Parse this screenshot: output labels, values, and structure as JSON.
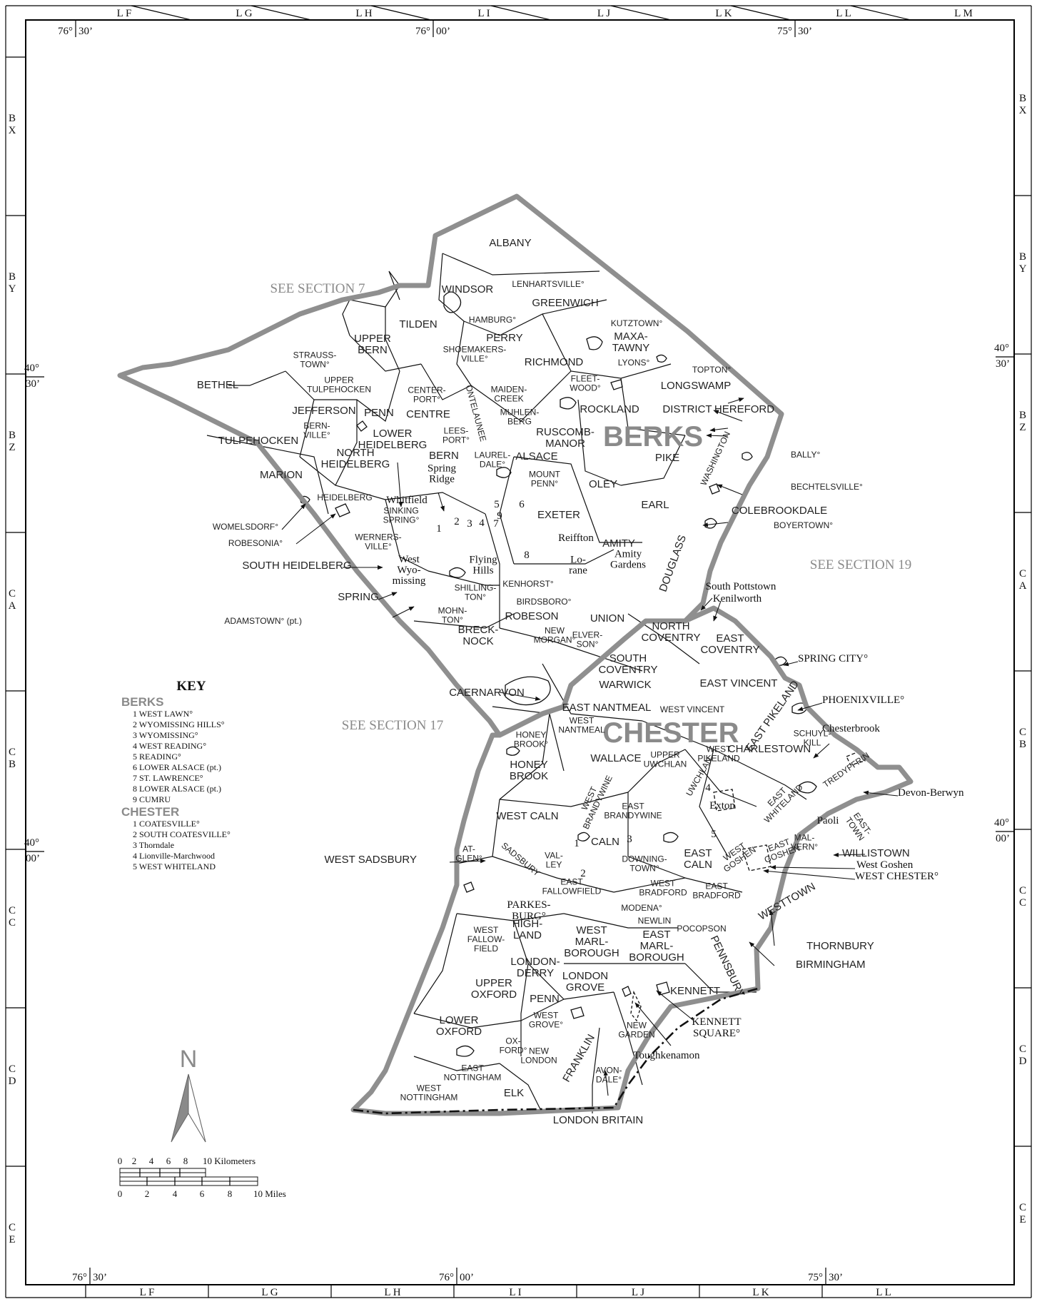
{
  "map": {
    "grid_top_columns": [
      "L F",
      "L G",
      "L H",
      "L I",
      "L J",
      "L K",
      "L L",
      "L M"
    ],
    "grid_bottom_columns": [
      "L F",
      "L G",
      "L H",
      "L I",
      "L J",
      "L K",
      "L L"
    ],
    "grid_left_rows": [
      "B X",
      "B Y",
      "B Z",
      "C A",
      "C B",
      "C C",
      "C D",
      "C E"
    ],
    "grid_right_rows": [
      "B X",
      "B Y",
      "B Z",
      "C A",
      "C B",
      "C C",
      "C D",
      "C E"
    ],
    "coords": {
      "top_76_30": [
        "76°",
        "30’"
      ],
      "top_76_00": [
        "76°",
        "00’"
      ],
      "top_75_30": [
        "75°",
        "30’"
      ],
      "bottom_76_30": [
        "76°",
        "30’"
      ],
      "bottom_76_00": [
        "76°",
        "00’"
      ],
      "bottom_75_30": [
        "75°",
        "30’"
      ],
      "lat_40_30": [
        "40°",
        "30’"
      ],
      "lat_40_00": [
        "40°",
        "00’"
      ]
    },
    "sections": {
      "s7": "SEE SECTION 7",
      "s17": "SEE SECTION 17",
      "s19": "SEE SECTION 19"
    },
    "counties": {
      "berks": "BERKS",
      "chester": "CHESTER"
    },
    "berks_townships": [
      [
        "ALBANY"
      ],
      [
        "WINDSOR"
      ],
      [
        "GREENWICH"
      ],
      [
        "TILDEN"
      ],
      [
        "UPPER",
        "BERN"
      ],
      [
        "BETHEL"
      ],
      [
        "TULPEHOCKEN"
      ],
      [
        "MARION"
      ],
      [
        "JEFFERSON"
      ],
      [
        "PENN"
      ],
      [
        "CENTRE"
      ],
      [
        "PERRY"
      ],
      [
        "RICHMOND"
      ],
      [
        "MAXA-",
        "TAWNY"
      ],
      [
        "LONGSWAMP"
      ],
      [
        "ROCKLAND"
      ],
      [
        "DISTRICT"
      ],
      [
        "HEREFORD"
      ],
      [
        "PIKE"
      ],
      [
        "OLEY"
      ],
      [
        "EARL"
      ],
      [
        "DOUGLASS"
      ],
      [
        "AMITY"
      ],
      [
        "UNION"
      ],
      [
        "ROBESON"
      ],
      [
        "BRECK-",
        "NOCK"
      ],
      [
        "EXETER"
      ],
      [
        "ALSACE"
      ],
      [
        "RUSCOMB-",
        "MANOR"
      ],
      [
        "MUHLEN-",
        "BERG"
      ],
      [
        "MAIDEN-",
        "CREEK"
      ],
      [
        "ONTELAUNEE"
      ],
      [
        "BERN"
      ],
      [
        "NORTH",
        "HEIDELBERG"
      ],
      [
        "LOWER",
        "HEIDELBERG"
      ],
      [
        "UPPER",
        "TULPEHOCKEN"
      ],
      [
        "HEIDELBERG"
      ],
      [
        "WASHINGTON"
      ],
      [
        "CAERNARVON"
      ],
      [
        "SPRING"
      ],
      [
        "SOUTH HEIDELBERG"
      ],
      [
        "COLEBROOKDALE"
      ]
    ],
    "berks_boroughs": [
      [
        "LENHARTSVILLE°"
      ],
      [
        "HAMBURG°"
      ],
      [
        "SHOEMAKERS-",
        "VILLE°"
      ],
      [
        "KUTZTOWN°"
      ],
      [
        "LYONS°"
      ],
      [
        "TOPTON°"
      ],
      [
        "FLEET-",
        "WOOD°"
      ],
      [
        "CENTER-",
        "PORT°"
      ],
      [
        "STRAUSS-",
        "TOWN°"
      ],
      [
        "BERN-",
        "VILLE°"
      ],
      [
        "LEES-",
        "PORT°"
      ],
      [
        "LAUREL-",
        "DALE°"
      ],
      [
        "MOUNT",
        "PENN°"
      ],
      [
        "BALLY°"
      ],
      [
        "BECHTELSVILLE°"
      ],
      [
        "BOYERTOWN°"
      ],
      [
        "WOMELSDORF°"
      ],
      [
        "ROBESONIA°"
      ],
      [
        "WERNERS-",
        "VILLE°"
      ],
      [
        "SINKING",
        "SPRING°"
      ],
      [
        "SHILLING-",
        "TON°"
      ],
      [
        "MOHN-",
        "TON°"
      ],
      [
        "KENHORST°"
      ],
      [
        "BIRDSBORO°"
      ],
      [
        "NEW",
        "MORGAN°"
      ],
      [
        "ELVER-",
        "SON°"
      ],
      [
        "ADAMSTOWN° (pt.)"
      ]
    ],
    "berks_places": [
      [
        "Spring",
        "Ridge"
      ],
      [
        "Whitfield"
      ],
      [
        "Reiffton"
      ],
      [
        "Lo-",
        "rane"
      ],
      [
        "Flying",
        "Hills"
      ],
      [
        "West",
        "Wyo-",
        "missing"
      ],
      [
        "Amity",
        "Gardens"
      ]
    ],
    "chester_townships": [
      [
        "NORTH",
        "COVENTRY"
      ],
      [
        "EAST",
        "COVENTRY"
      ],
      [
        "SOUTH",
        "COVENTRY"
      ],
      [
        "WARWICK"
      ],
      [
        "EAST VINCENT"
      ],
      [
        "EAST NANTMEAL"
      ],
      [
        "WEST VINCENT"
      ],
      [
        "EAST PIKELAND"
      ],
      [
        "SCHUYL-",
        "KILL"
      ],
      [
        "WEST",
        "NANTMEAL"
      ],
      [
        "HONEY",
        "BROOK"
      ],
      [
        "WALLACE"
      ],
      [
        "UPPER",
        "UWCHLAN"
      ],
      [
        "WEST",
        "PIKELAND"
      ],
      [
        "CHARLESTOWN"
      ],
      [
        "TREDYFFRIN"
      ],
      [
        "EAST-",
        "TOWN"
      ],
      [
        "WEST",
        "BRANDYWINE"
      ],
      [
        "EAST",
        "BRANDYWINE"
      ],
      [
        "UWCHLAN"
      ],
      [
        "EAST",
        "WHITELAND"
      ],
      [
        "WEST CALN"
      ],
      [
        "SADSBURY"
      ],
      [
        "VAL-",
        "LEY"
      ],
      [
        "CALN"
      ],
      [
        "EAST",
        "CALN"
      ],
      [
        "WEST",
        "GOSHEN"
      ],
      [
        "EAST",
        "GOSHEN"
      ],
      [
        "EAST",
        "FALLOWFIELD"
      ],
      [
        "WEST",
        "BRADFORD"
      ],
      [
        "EAST",
        "BRADFORD"
      ],
      [
        "WESTTOWN"
      ],
      [
        "HIGH-",
        "LAND"
      ],
      [
        "NEWLIN"
      ],
      [
        "POCOPSON"
      ],
      [
        "WEST",
        "FALLOW-",
        "FIELD"
      ],
      [
        "WEST",
        "MARL-",
        "BOROUGH"
      ],
      [
        "EAST",
        "MARL-",
        "BOROUGH"
      ],
      [
        "PENNSBURY"
      ],
      [
        "LONDON-",
        "DERRY"
      ],
      [
        "UPPER",
        "OXFORD"
      ],
      [
        "LONDON",
        "GROVE"
      ],
      [
        "PENN"
      ],
      [
        "KENNETT"
      ],
      [
        "LOWER",
        "OXFORD"
      ],
      [
        "NEW",
        "GARDEN"
      ],
      [
        "NEW",
        "LONDON"
      ],
      [
        "FRANKLIN"
      ],
      [
        "EAST",
        "NOTTINGHAM"
      ],
      [
        "WEST",
        "NOTTINGHAM"
      ],
      [
        "ELK"
      ],
      [
        "WEST SADSBURY"
      ],
      [
        "WILLISTOWN"
      ],
      [
        "THORNBURY"
      ],
      [
        "BIRMINGHAM"
      ],
      [
        "LONDON BRITAIN"
      ]
    ],
    "chester_boroughs": [
      [
        "SPRING CITY°"
      ],
      [
        "PHOENIXVILLE°"
      ],
      [
        "HONEY",
        "BROOK°"
      ],
      [
        "MAL-",
        "VERN°"
      ],
      [
        "WEST CHESTER°"
      ],
      [
        "AT-",
        "GLEN°"
      ],
      [
        "PARKES-",
        "BURG°"
      ],
      [
        "DOWNING-",
        "TOWN°"
      ],
      [
        "MODENA°"
      ],
      [
        "KENNETT",
        "SQUARE°"
      ],
      [
        "WEST",
        "GROVE°"
      ],
      [
        "OX-",
        "FORD°"
      ],
      [
        "AVON-",
        "DALE°"
      ]
    ],
    "chester_places": [
      [
        "South Pottstown"
      ],
      [
        "Kenilworth"
      ],
      [
        "Chesterbrook"
      ],
      [
        "Devon-Berwyn"
      ],
      [
        "Paoli"
      ],
      [
        "Exton"
      ],
      [
        "West Goshen"
      ],
      [
        "Toughkenamon"
      ]
    ],
    "key": {
      "title": "KEY",
      "berks_label": "BERKS",
      "berks_items": [
        "1  WEST LAWN°",
        "2  WYOMISSING HILLS°",
        "3  WYOMISSING°",
        "4  WEST READING°",
        "5  READING°",
        "6  LOWER ALSACE (pt.)",
        "7  ST. LAWRENCE°",
        "8  LOWER ALSACE (pt.)",
        "9  CUMRU"
      ],
      "chester_label": "CHESTER",
      "chester_items": [
        "1  COATESVILLE°",
        "2  SOUTH COATESVILLE°",
        "3  Thorndale",
        "4  Lionville-Marchwood",
        "5  WEST WHITELAND"
      ]
    },
    "berks_numbers": [
      "1",
      "2",
      "3",
      "4",
      "5",
      "6",
      "7",
      "8",
      "9"
    ],
    "chester_numbers": [
      "1",
      "2",
      "3",
      "4",
      "5"
    ],
    "north_label": "N",
    "scale": {
      "km_ticks": [
        "0",
        "2",
        "4",
        "6",
        "8",
        "10 Kilometers"
      ],
      "mi_ticks": [
        "0",
        "2",
        "4",
        "6",
        "8",
        "10 Miles"
      ]
    }
  }
}
